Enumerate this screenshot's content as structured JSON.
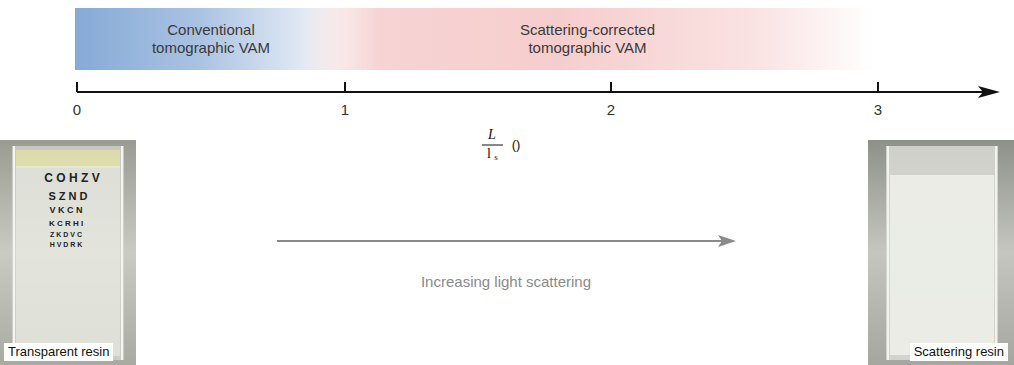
{
  "diagram": {
    "nodes": [
      {
        "text": [
          "Conventional tomographic VAM"
        ]
      },
      {
        "text": [
          "Scattering-corrected tomographic VAM"
        ]
      }
    ],
    "labels": [
      "0",
      "1",
      "2",
      "3",
      "L",
      "l",
      "s",
      "()",
      "Increasing light scattering",
      "C O H Z V",
      "S Z N D",
      "V K C N",
      "K C R H I",
      "Z K D V C",
      "H V D R K",
      "Transparent resin",
      "Scattering resin"
    ]
  }
}
